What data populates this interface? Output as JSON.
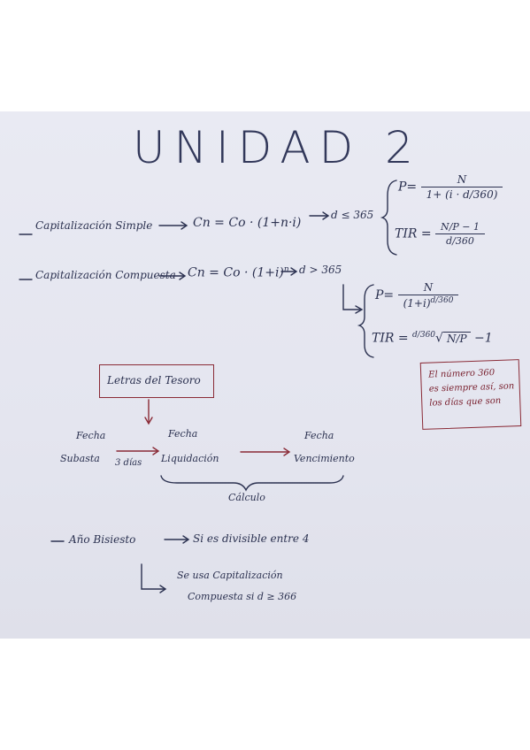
{
  "title": "UNIDAD 2",
  "simple": {
    "label": "Capitalización Simple",
    "formula": "Cn = Co · (1+n·i)",
    "condition": "d ≤ 365",
    "p_label": "P=",
    "p_num": "N",
    "p_den": "1+ (i · d/360)",
    "tir_label": "TIR =",
    "tir_num": "N/P − 1",
    "tir_den": "d/360"
  },
  "compuesta": {
    "label": "Capitalización Compuesta",
    "formula": "Cn = Co · (1+i)",
    "exponent": "n",
    "condition": "d > 365",
    "p_label": "P=",
    "p_num": "N",
    "p_den": "(1+i)",
    "p_den_exp": "d/360",
    "tir_label": "TIR =",
    "tir_root_index": "d/360",
    "tir_radicand": "N/P",
    "tir_tail": "−1"
  },
  "note": {
    "line1": "El número 360",
    "line2": "es siempre así, son",
    "line3": "los días que son"
  },
  "letras": {
    "box": "Letras del Tesoro",
    "fecha_subasta_1": "Fecha",
    "fecha_subasta_2": "Subasta",
    "dias": "3 días",
    "fecha_liq_1": "Fecha",
    "fecha_liq_2": "Liquidación",
    "fecha_venc_1": "Fecha",
    "fecha_venc_2": "Vencimiento",
    "calculo": "Cálculo"
  },
  "bisiesto": {
    "label": "Año Bisiesto",
    "condition": "Si es divisible entre 4",
    "result_1": "Se usa Capitalización",
    "result_2": "Compuesta si d ≥ 366"
  }
}
